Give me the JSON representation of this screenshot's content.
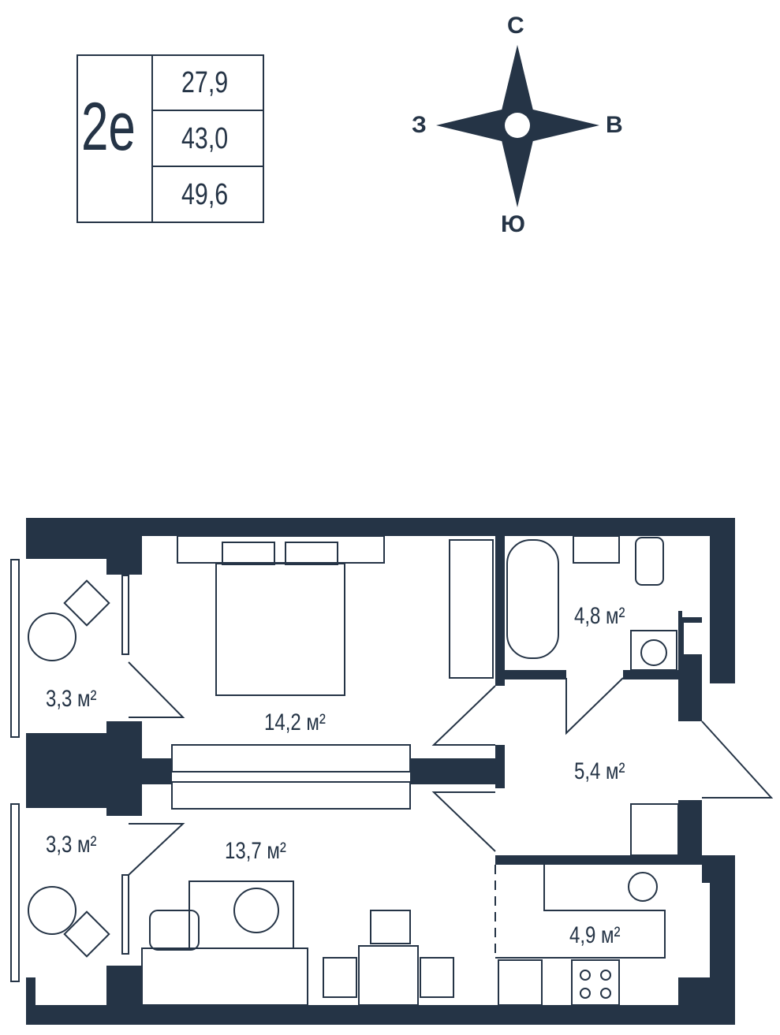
{
  "apartment": {
    "type_code": "2е",
    "areas": [
      "27,9",
      "43,0",
      "49,6"
    ]
  },
  "compass": {
    "north": "С",
    "west": "З",
    "east": "В",
    "south": "Ю"
  },
  "rooms": [
    {
      "name": "balcony-top",
      "area": "3,3 м²"
    },
    {
      "name": "bedroom",
      "area": "14,2 м²"
    },
    {
      "name": "bathroom",
      "area": "4,8 м²"
    },
    {
      "name": "hallway",
      "area": "5,4 м²"
    },
    {
      "name": "balcony-bottom",
      "area": "3,3 м²"
    },
    {
      "name": "living-room",
      "area": "13,7 м²"
    },
    {
      "name": "kitchen",
      "area": "4,9 м²"
    }
  ],
  "colors": {
    "wall": "#253446",
    "background": "#ffffff"
  }
}
